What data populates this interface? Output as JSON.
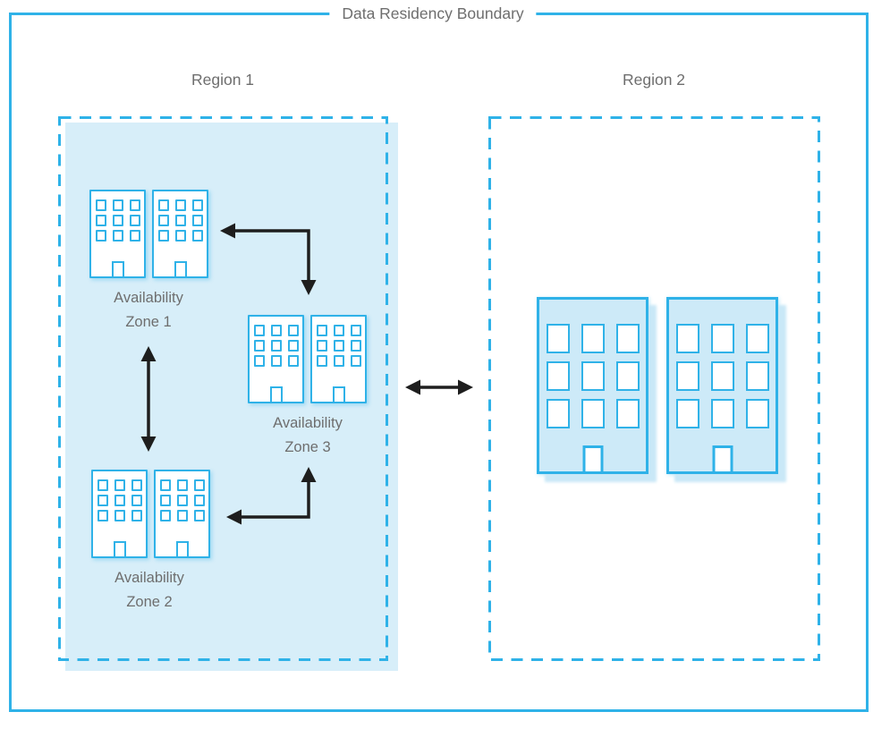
{
  "title": "Data Residency Boundary",
  "regions": {
    "region1": {
      "label": "Region 1"
    },
    "region2": {
      "label": "Region 2"
    }
  },
  "zones": {
    "zone1": {
      "line1": "Availability",
      "line2": "Zone 1"
    },
    "zone2": {
      "line1": "Availability",
      "line2": "Zone 2"
    },
    "zone3": {
      "line1": "Availability",
      "line2": "Zone 3"
    }
  },
  "icons": {
    "building": "building-icon",
    "arrows": [
      "elbow-arrow-zone1-zone3",
      "vertical-arrow-zone1-zone2",
      "elbow-arrow-zone3-zone2",
      "horizontal-arrow-region1-region2"
    ]
  },
  "colors": {
    "accent_cyan": "#2FB2E8",
    "region1_fill": "#D7EEF9",
    "large_building_fill": "#CDEAF8",
    "arrow_black": "#1E1E1E",
    "label_gray": "#6E6E6E",
    "background": "#FFFFFF"
  }
}
